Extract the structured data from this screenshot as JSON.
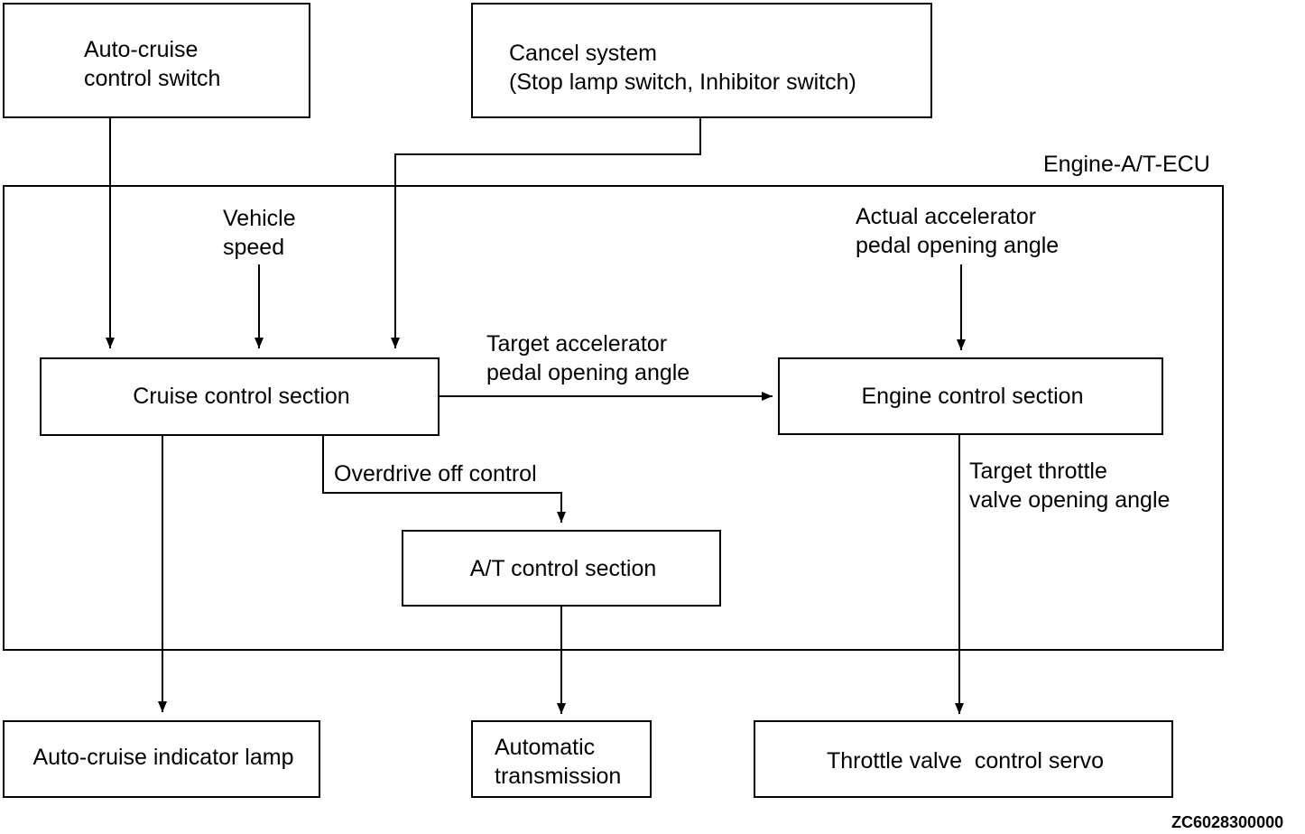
{
  "top_inputs": {
    "auto_cruise_switch": [
      "Auto-cruise",
      "control switch"
    ],
    "cancel_system": [
      "Cancel system",
      "(Stop lamp switch, Inhibitor switch)"
    ]
  },
  "ecu": {
    "label": "Engine-A/T-ECU",
    "vehicle_speed": [
      "Vehicle",
      "speed"
    ],
    "actual_accel": [
      "Actual accelerator",
      "pedal opening angle"
    ],
    "target_accel": [
      "Target accelerator",
      "pedal opening angle"
    ],
    "overdrive_off": "Overdrive off control",
    "target_throttle": [
      "Target throttle",
      "valve opening angle"
    ],
    "cruise_section": "Cruise control section",
    "engine_section": "Engine control section",
    "at_section": "A/T control section"
  },
  "outputs": {
    "indicator_lamp": "Auto-cruise indicator lamp",
    "auto_transmission": [
      "Automatic",
      "transmission"
    ],
    "throttle_servo": "Throttle valve  control servo"
  },
  "figure_code": "ZC6028300000",
  "colors": {
    "stroke": "#000000",
    "background": "#ffffff"
  }
}
